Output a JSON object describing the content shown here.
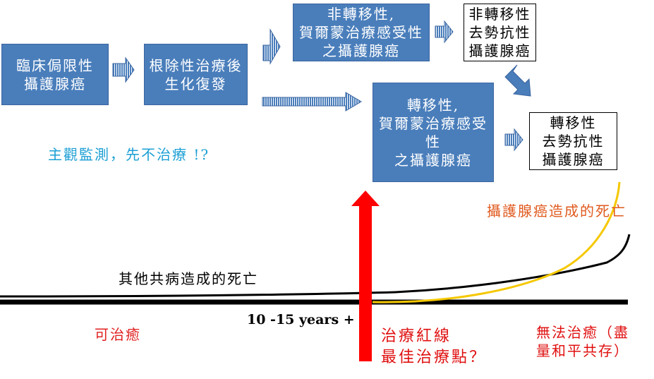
{
  "boxes": {
    "localized": "臨床侷限性\n攝護腺癌",
    "recurrence": "根除性治療後\n生化復發",
    "nonmetastatic_sensitive": "非轉移性,\n賀爾蒙治療感受性\n之攝護腺癌",
    "nonmetastatic_resistant": "非轉移性\n去勢抗性\n攝護腺癌",
    "metastatic_sensitive": "轉移性,\n賀爾蒙治療感受性\n之攝護腺癌",
    "metastatic_resistant": "轉移性\n去勢抗性\n攝護腺癌"
  },
  "labels": {
    "monitor": "主觀監測，先不治療 !?",
    "cancer_death": "攝護腺癌造成的死亡",
    "other_death": "其他共病造成的死亡",
    "years": "10 -15 years +",
    "curable": "可治癒",
    "red_line": "治療紅線\n最佳治療點？",
    "incurable": "無法治癒（盡\n量和平共存）"
  },
  "colors": {
    "box_blue": "#4a7ebb",
    "arrow_fill": "#4a7ebb",
    "red_arrow": "#ff0000",
    "yellow_curve": "#f5c800",
    "monitor_text": "#1b9fd4",
    "cancer_death_text": "#e05a1e",
    "warning_text": "#e01010"
  }
}
